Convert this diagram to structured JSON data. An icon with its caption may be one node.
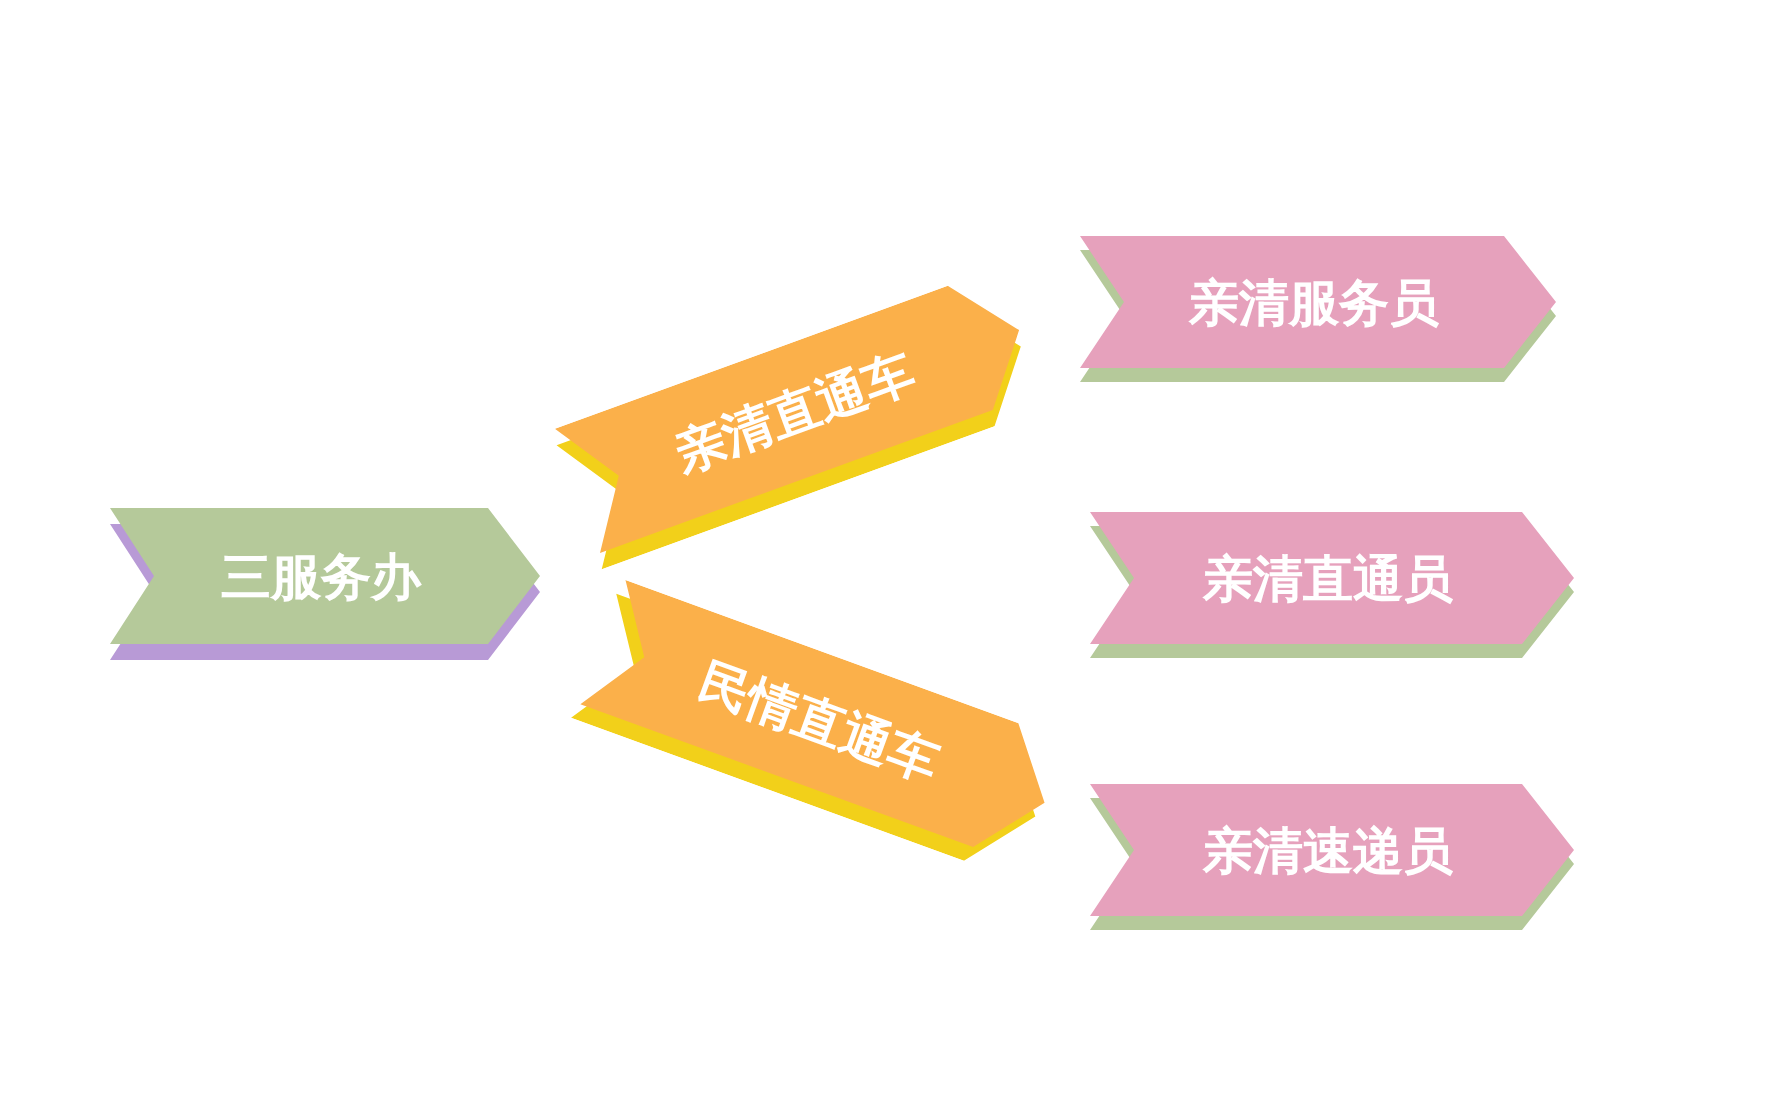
{
  "diagram": {
    "nodes": [
      {
        "text": [
          "三服务办"
        ]
      },
      {
        "text": [
          "亲清直通车"
        ]
      },
      {
        "text": [
          "民情直通车"
        ]
      },
      {
        "text": [
          "亲清服务员"
        ]
      },
      {
        "text": [
          "亲清直通员"
        ]
      },
      {
        "text": [
          "亲清速递员"
        ]
      }
    ]
  }
}
